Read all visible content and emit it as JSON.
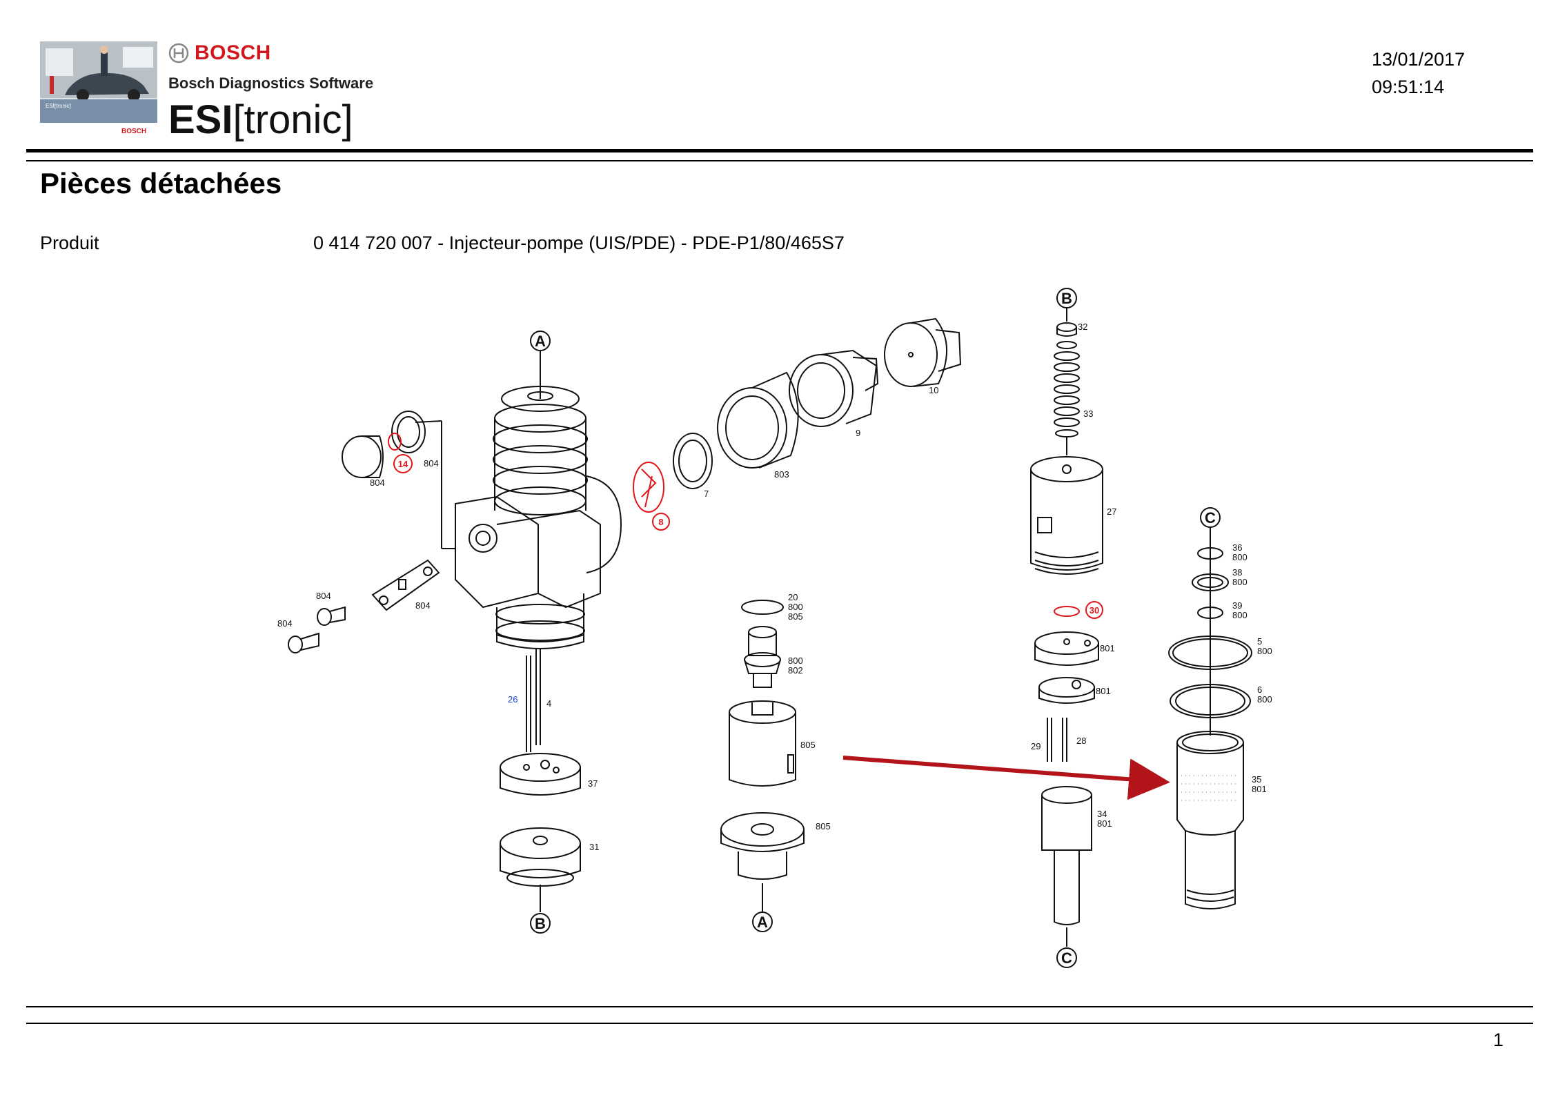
{
  "header": {
    "brand": "BOSCH",
    "software": "Bosch Diagnostics Software",
    "product_bold": "ESI",
    "product_bracket": "[tronic]",
    "date": "13/01/2017",
    "time": "09:51:14",
    "photo_card_label": "ESI[tronic]",
    "photo_card_brand": "BOSCH"
  },
  "document": {
    "title": "Pièces détachées",
    "product_label": "Produit",
    "product_value": "0 414 720 007 - Injecteur-pompe (UIS/PDE) - PDE-P1/80/465S7"
  },
  "diagram": {
    "markers": {
      "A": "A",
      "B": "B",
      "C": "C"
    },
    "callouts": {
      "c32": "32",
      "c33": "33",
      "c27": "27",
      "c30": "30",
      "c801a": "801",
      "c801b": "801",
      "c29": "29",
      "c28": "28",
      "c34": "34",
      "c34b": "801",
      "c36": "36",
      "c36b": "800",
      "c38": "38",
      "c38b": "800",
      "c39": "39",
      "c39b": "800",
      "c5": "5",
      "c5b": "800",
      "c6": "6",
      "c6b": "800",
      "c35": "35",
      "c35b": "801",
      "c10": "10",
      "c9": "9",
      "c803": "803",
      "c7": "7",
      "c8": "8",
      "c14": "14",
      "c804a": "804",
      "c804b": "804",
      "c804c": "804",
      "c804d": "804",
      "c804e": "804",
      "c26": "26",
      "c4": "4",
      "c37": "37",
      "c31": "31",
      "c20": "20",
      "c20b": "800",
      "c20c": "805",
      "c800": "800",
      "c802": "802",
      "c805a": "805",
      "c805b": "805"
    },
    "colors": {
      "highlight": "#e0161b",
      "arrow": "#b3141a",
      "link": "#1a3fd6"
    }
  },
  "footer": {
    "page_number": "1"
  }
}
